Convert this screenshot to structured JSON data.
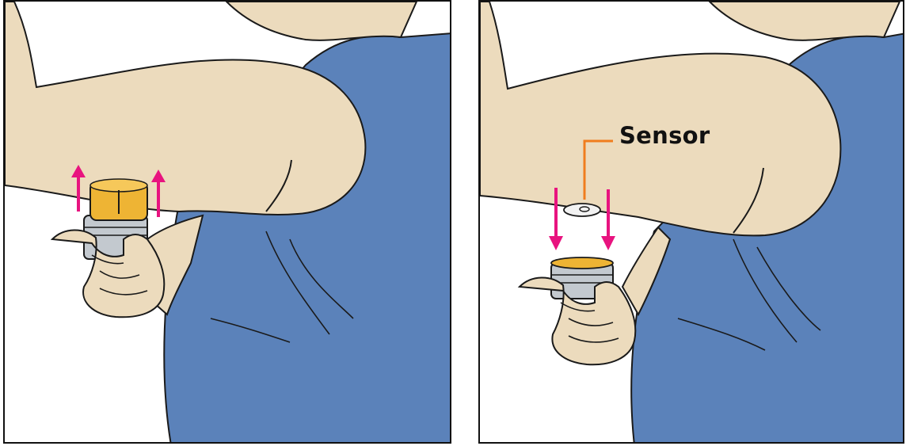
{
  "labels": {
    "sensor": "Sensor"
  },
  "colors": {
    "skin": "#ecdbbd",
    "shirt": "#5b82ba",
    "outline": "#1a1a1a",
    "arrow": "#e8137f",
    "applicator_cap": "#eeb434",
    "applicator_metal": "#c3c9cf",
    "leader_line": "#f07d1e"
  },
  "panels": [
    {
      "id": "left",
      "shows": [
        "arm",
        "shirt",
        "hand",
        "applicator",
        "arrow-up-icon",
        "arrow-up-icon"
      ]
    },
    {
      "id": "right",
      "shows": [
        "arm",
        "shirt",
        "hand",
        "applicator",
        "sensor",
        "arrow-down-icon",
        "arrow-down-icon"
      ]
    }
  ]
}
